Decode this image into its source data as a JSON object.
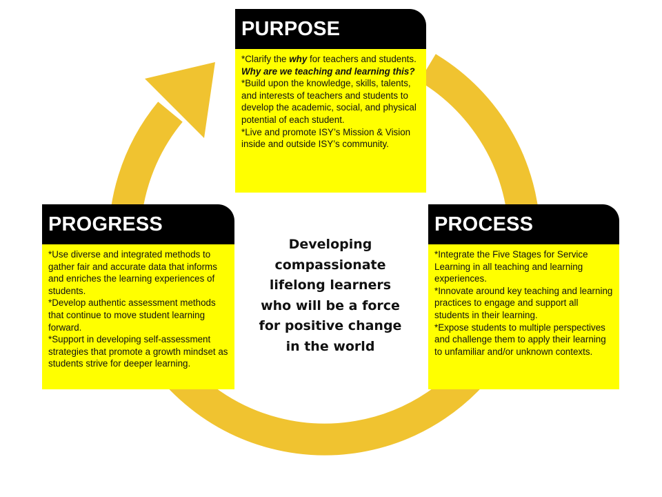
{
  "colors": {
    "arrow": "#f0c330",
    "card_body": "#ffff00",
    "card_header": "#000000",
    "header_text": "#ffffff"
  },
  "icons": {
    "cycle_arrow": "circular-arrow-icon"
  },
  "purpose": {
    "title": "PURPOSE",
    "lines": [
      {
        "pre": "*Clarify the ",
        "em": "why",
        "post": " for teachers and students. ",
        "em2": "Why are we teaching and learning this?"
      },
      {
        "text": "*Build upon the knowledge, skills, talents, and interests of teachers and students to develop the academic, social, and physical potential of each student."
      },
      {
        "text": "*Live and promote ISY’s Mission & Vision inside and outside ISY’s community."
      }
    ]
  },
  "progress": {
    "title": "PROGRESS",
    "lines": [
      "*Use diverse and integrated methods to gather fair and accurate data that informs and enriches the learning experiences of students.",
      "*Develop authentic assessment methods that continue to move student learning forward.",
      "*Support in developing self-assessment strategies that promote a growth mindset as students strive for deeper learning."
    ]
  },
  "process": {
    "title": "PROCESS",
    "lines": [
      "*Integrate the Five Stages for Service Learning in all teaching and learning experiences.",
      "*Innovate around key teaching and learning practices to engage and support all students in their learning.",
      "*Expose students to multiple perspectives and challenge them to apply their learning to unfamiliar and/or unknown contexts."
    ]
  },
  "center_statement": "Developing compassionate lifelong learners who will be a force for positive change in the world"
}
